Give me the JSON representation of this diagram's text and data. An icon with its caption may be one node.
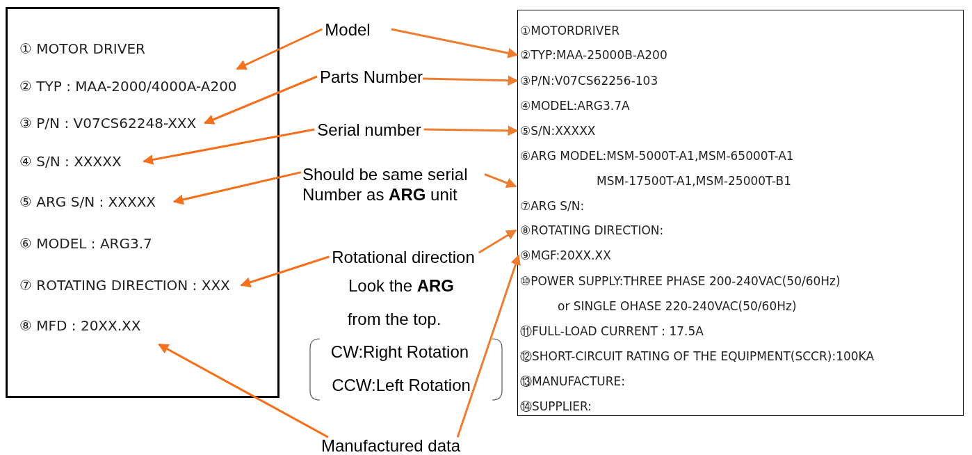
{
  "diagram": {
    "nodes": [
      {
        "text": [],
        "shape": "box"
      },
      {
        "text": [
          "① MOTOR DRIVER"
        ],
        "in": 0
      },
      {
        "text": [
          "② TYP : MAA-2000/4000A-A200"
        ],
        "in": 0
      },
      {
        "text": [
          "③ P/N : V07CS62248-XXX"
        ],
        "in": 0
      },
      {
        "text": [
          "④ S/N : XXXXX"
        ],
        "in": 0
      },
      {
        "text": [
          "⑤ ARG S/N : XXXXX"
        ],
        "in": 0
      },
      {
        "text": [
          "⑥ MODEL : ARG3.7"
        ],
        "in": 0
      },
      {
        "text": [
          "⑦ ROTATING DIRECTION : XXX"
        ],
        "in": 0
      },
      {
        "text": [
          "⑧ MFD : 20XX.XX"
        ],
        "in": 0
      },
      {
        "text": [],
        "shape": "box"
      },
      {
        "text": [
          "①MOTORDRIVER"
        ],
        "in": 9
      },
      {
        "text": [
          "②TYP:MAA-25000B-A200"
        ],
        "in": 9
      },
      {
        "text": [
          "③P/N:V07CS62256-103"
        ],
        "in": 9
      },
      {
        "text": [
          "④MODEL:ARG3.7A"
        ],
        "in": 9
      },
      {
        "text": [
          "⑤S/N:XXXXX"
        ],
        "in": 9
      },
      {
        "text": [
          "⑥ARG MODEL:MSM-5000T-A1,MSM-65000T-A1 MSM-17500T-A1,MSM-25000T-B1"
        ],
        "in": 9
      },
      {
        "text": [
          "⑦ARG S/N:"
        ],
        "in": 9
      },
      {
        "text": [
          "⑧ROTATING DIRECTION:"
        ],
        "in": 9
      },
      {
        "text": [
          "⑨MGF:20XX.XX"
        ],
        "in": 9
      },
      {
        "text": [
          "⑩POWER SUPPLY:THREE PHASE 200-240VAC(50/60Hz) or SINGLE OHASE 220-240VAC(50/60Hz)"
        ],
        "in": 9
      },
      {
        "text": [
          "⑪FULL-LOAD CURRENT : 17.5A"
        ],
        "in": 9
      },
      {
        "text": [
          "⑫SHORT-CIRCUIT RATING OF THE EQUIPMENT(SCCR):100KA"
        ],
        "in": 9
      },
      {
        "text": [
          "⑬MANUFACTURE:"
        ],
        "in": 9
      },
      {
        "text": [
          "⑭SUPPLIER:"
        ],
        "in": 9
      },
      {
        "text": [
          "Model"
        ]
      },
      {
        "text": [
          "Parts Number"
        ]
      },
      {
        "text": [
          "Serial number"
        ]
      },
      {
        "text": [
          "Should be same serial Number as **ARG** unit"
        ]
      },
      {
        "text": [
          "Rotational direction"
        ]
      },
      {
        "text": [
          "Manufactured data"
        ]
      }
    ],
    "edges": [
      {
        "from": 24,
        "to": 2,
        "arrow": "to"
      },
      {
        "from": 24,
        "to": 11,
        "arrow": "to",
        "color": "#ed7d31"
      },
      {
        "from": 25,
        "to": 3,
        "arrow": "to"
      },
      {
        "from": 25,
        "to": 12,
        "arrow": "to",
        "color": "#ed7d31"
      },
      {
        "from": 26,
        "to": 4,
        "arrow": "to"
      },
      {
        "from": 26,
        "to": 14,
        "arrow": "to",
        "color": "#ed7d31"
      },
      {
        "from": 27,
        "to": 5,
        "arrow": "to"
      },
      {
        "from": 27,
        "to": 16,
        "arrow": "to",
        "color": "#ed7d31"
      },
      {
        "from": 28,
        "to": 7,
        "arrow": "to"
      },
      {
        "from": 28,
        "to": 17,
        "arrow": "to",
        "color": "#ed7d31"
      },
      {
        "from": 29,
        "to": 8,
        "arrow": "to"
      },
      {
        "from": 29,
        "to": 18,
        "arrow": "to",
        "color": "#ed7d31"
      }
    ],
    "labels": [
      "Look the **ARG**",
      "from the top.",
      "CW:Right Rotation",
      "CCW:Left Rotation"
    ]
  }
}
